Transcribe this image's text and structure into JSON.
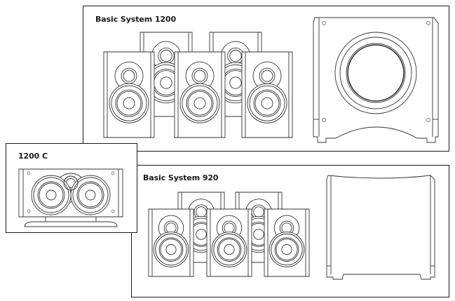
{
  "diagram": {
    "colors": {
      "line": "#333333",
      "border": "#1a1a1a",
      "background": "#ffffff"
    },
    "panels": [
      {
        "id": "basic-system-1200",
        "title": "Basic System 1200",
        "components": [
          "bookshelf-speaker x5",
          "subwoofer with visible driver"
        ]
      },
      {
        "id": "1200-c",
        "title": "1200 C",
        "components": [
          "center channel speaker (two woofers, one tweeter, stand)"
        ]
      },
      {
        "id": "basic-system-920",
        "title": "Basic System 920",
        "components": [
          "bookshelf-speaker x5",
          "subwoofer (closed front)"
        ]
      }
    ]
  }
}
